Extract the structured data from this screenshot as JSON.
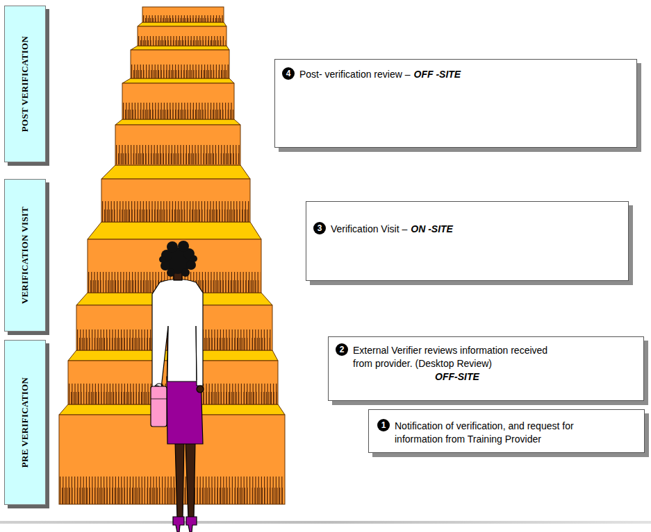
{
  "diagram": {
    "nodes": [
      {
        "text": [
          "POST VERIFICATION"
        ]
      },
      {
        "text": [
          "VERIFICATION VISIT"
        ]
      },
      {
        "text": [
          "PRE VERIFICATION"
        ]
      },
      {
        "text": [
          "1",
          "Notification of verification, and request for information from Training Provider"
        ]
      },
      {
        "text": [
          "2",
          "External Verifier reviews information received from provider. (Desktop Review)",
          "OFF-SITE"
        ]
      },
      {
        "text": [
          "3",
          "Verification Visit –",
          "ON -SITE"
        ]
      },
      {
        "text": [
          "4",
          "Post- verification review –",
          "OFF -SITE"
        ]
      }
    ]
  }
}
